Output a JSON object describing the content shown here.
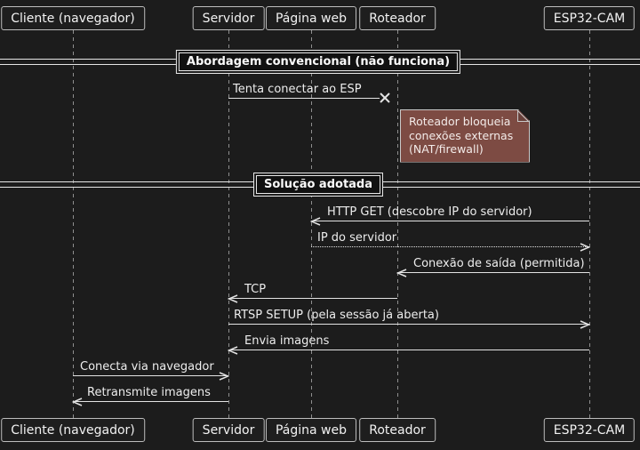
{
  "diagram": {
    "participants": [
      "Cliente (navegador)",
      "Servidor",
      "Página web",
      "Roteador",
      "ESP32-CAM"
    ],
    "dividers": [
      "Abordagem convencional (não funciona)",
      "Solução adotada"
    ],
    "messages": [
      {
        "label": "Tenta conectar ao ESP",
        "from": "Servidor",
        "to": "Roteador",
        "style": "solid",
        "result": "lost"
      },
      {
        "label": "HTTP GET (descobre IP do servidor)",
        "from": "ESP32-CAM",
        "to": "Página web",
        "style": "solid"
      },
      {
        "label": "IP do servidor",
        "from": "Página web",
        "to": "ESP32-CAM",
        "style": "dotted"
      },
      {
        "label": "Conexão de saída (permitida)",
        "from": "ESP32-CAM",
        "to": "Roteador",
        "style": "solid"
      },
      {
        "label": "TCP",
        "from": "Roteador",
        "to": "Servidor",
        "style": "solid"
      },
      {
        "label": "RTSP SETUP (pela sessão já aberta)",
        "from": "Servidor",
        "to": "ESP32-CAM",
        "style": "solid"
      },
      {
        "label": "Envia imagens",
        "from": "ESP32-CAM",
        "to": "Servidor",
        "style": "solid"
      },
      {
        "label": "Conecta via navegador",
        "from": "Cliente (navegador)",
        "to": "Servidor",
        "style": "solid"
      },
      {
        "label": "Retransmite imagens",
        "from": "Servidor",
        "to": "Cliente (navegador)",
        "style": "solid"
      }
    ],
    "note": {
      "lines": [
        "Roteador bloqueia",
        "conexões externas",
        "(NAT/firewall)"
      ]
    },
    "colors": {
      "background": "#1c1c1c",
      "line": "#e3e3e3",
      "lifeline": "#8f8f8f",
      "note_background": "#7d4b43",
      "text": "#ededed"
    }
  }
}
